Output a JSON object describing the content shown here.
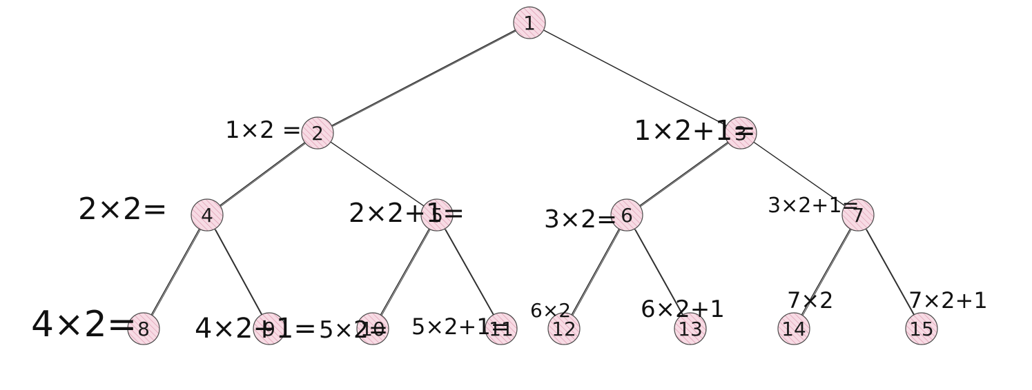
{
  "tree": {
    "nodes": [
      {
        "id": "1",
        "label": "1"
      },
      {
        "id": "2",
        "label": "2"
      },
      {
        "id": "3",
        "label": "3"
      },
      {
        "id": "4",
        "label": "4"
      },
      {
        "id": "5",
        "label": "5"
      },
      {
        "id": "6",
        "label": "6"
      },
      {
        "id": "7",
        "label": "7"
      },
      {
        "id": "8",
        "label": "8"
      },
      {
        "id": "9",
        "label": "9"
      },
      {
        "id": "10",
        "label": "10"
      },
      {
        "id": "11",
        "label": "11"
      },
      {
        "id": "12",
        "label": "12"
      },
      {
        "id": "13",
        "label": "13"
      },
      {
        "id": "14",
        "label": "14"
      },
      {
        "id": "15",
        "label": "15"
      }
    ],
    "edges": [
      [
        "1",
        "2"
      ],
      [
        "1",
        "3"
      ],
      [
        "2",
        "4"
      ],
      [
        "2",
        "5"
      ],
      [
        "3",
        "6"
      ],
      [
        "3",
        "7"
      ],
      [
        "4",
        "8"
      ],
      [
        "4",
        "9"
      ],
      [
        "5",
        "10"
      ],
      [
        "5",
        "11"
      ],
      [
        "6",
        "12"
      ],
      [
        "6",
        "13"
      ],
      [
        "7",
        "14"
      ],
      [
        "7",
        "15"
      ]
    ],
    "annotations": {
      "n2": "1×2 =",
      "n3": "1×2+1=",
      "n4": "2×2=",
      "n5": "2×2+1=",
      "n6": "3×2=",
      "n7": "3×2+1=",
      "n8": "4×2=",
      "n9": "4×2+1=",
      "n10": "5×2=",
      "n11": "5×2+1=",
      "n12": "6×2",
      "n13": "6×2+1",
      "n14": "7×2",
      "n15": "7×2+1"
    },
    "colors": {
      "node_fill": "#f7dbe4",
      "hatch_line": "#d98fa8",
      "edge": "#2a2a2a",
      "ink": "#111111"
    }
  }
}
